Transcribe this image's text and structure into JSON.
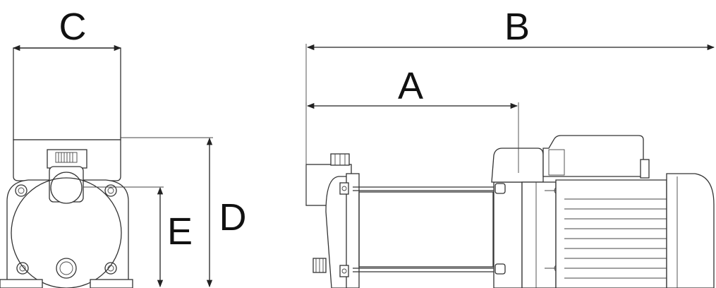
{
  "dimensions": {
    "a": "A",
    "b": "B",
    "c": "C",
    "d": "D",
    "e": "E"
  },
  "colors": {
    "line": "#333333",
    "label": "#111111",
    "background": "#ffffff"
  }
}
